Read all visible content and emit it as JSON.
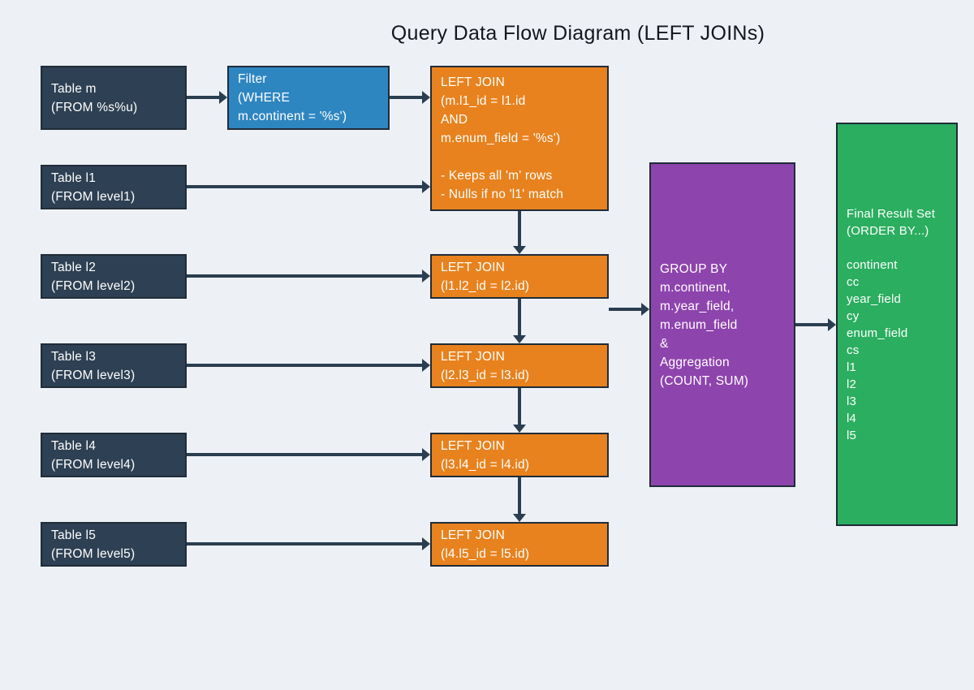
{
  "title": "Query Data Flow Diagram (LEFT JOINs)",
  "colors": {
    "background": "#EDF1F6",
    "dark": "#2E4053",
    "blue": "#2E86C1",
    "orange": "#E8821E",
    "purple": "#8E44AD",
    "green": "#2BAE60",
    "arrow": "#2B3E50",
    "border": "#202C39",
    "title_text": "#14151D",
    "box_text": "#FFFFFF"
  },
  "nodes": {
    "table_m": {
      "lines": [
        "Table m",
        "(FROM %s%u)"
      ]
    },
    "filter": {
      "lines": [
        "Filter",
        "(WHERE",
        "m.continent = '%s')"
      ]
    },
    "join1": {
      "lines": [
        "LEFT JOIN",
        "(m.l1_id = l1.id",
        "AND",
        "m.enum_field = '%s')",
        "",
        "- Keeps all 'm' rows",
        "- Nulls if no 'l1' match"
      ]
    },
    "table_l1": {
      "lines": [
        "Table l1",
        "(FROM level1)"
      ]
    },
    "table_l2": {
      "lines": [
        "Table l2",
        "(FROM level2)"
      ]
    },
    "table_l3": {
      "lines": [
        "Table l3",
        "(FROM level3)"
      ]
    },
    "table_l4": {
      "lines": [
        "Table l4",
        "(FROM level4)"
      ]
    },
    "table_l5": {
      "lines": [
        "Table l5",
        "(FROM level5)"
      ]
    },
    "join2": {
      "lines": [
        "LEFT JOIN",
        "(l1.l2_id = l2.id)"
      ]
    },
    "join3": {
      "lines": [
        "LEFT JOIN",
        "(l2.l3_id = l3.id)"
      ]
    },
    "join4": {
      "lines": [
        "LEFT JOIN",
        "(l3.l4_id = l4.id)"
      ]
    },
    "join5": {
      "lines": [
        "LEFT JOIN",
        "(l4.l5_id = l5.id)"
      ]
    },
    "group_by": {
      "lines": [
        "GROUP BY",
        "m.continent,",
        "m.year_field,",
        "m.enum_field",
        "&",
        "Aggregation",
        "(COUNT, SUM)"
      ]
    },
    "final_result": {
      "lines": [
        "Final Result Set",
        "(ORDER BY...)",
        "",
        "continent",
        "cc",
        "year_field",
        "cy",
        "enum_field",
        "cs",
        "l1",
        "l2",
        "l3",
        "l4",
        "l5"
      ]
    }
  }
}
